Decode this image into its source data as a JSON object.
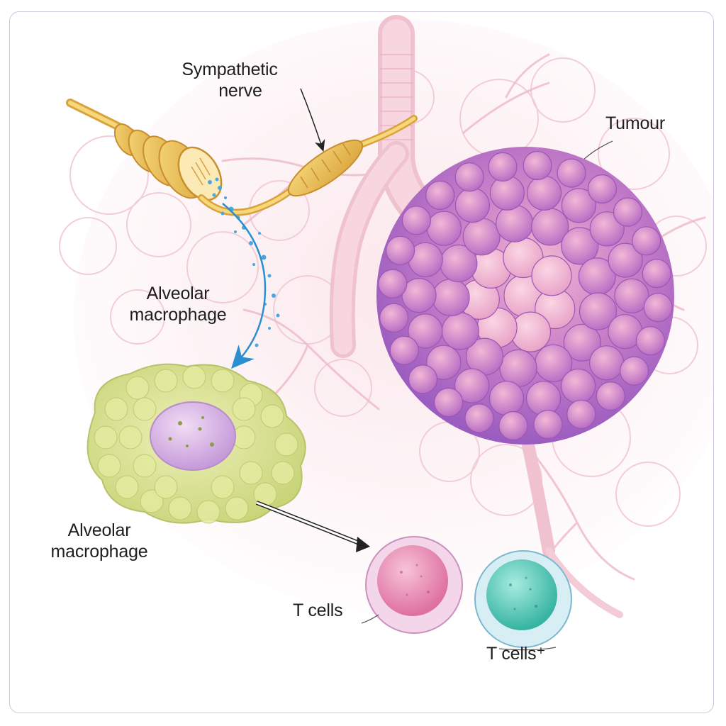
{
  "labels": {
    "sympathetic_nerve_line1": "Sympathetic",
    "sympathetic_nerve_line2": "nerve",
    "tumour": "Tumour",
    "alveolar_top_line1": "Alveolar",
    "alveolar_top_line2": "macrophage",
    "alveolar_bottom_line1": "Alveolar",
    "alveolar_bottom_line2": "macrophage",
    "t_cells_left": "T cells",
    "t_cells_right": "T cells⁺"
  },
  "colors": {
    "lung_tissue": "#f6d8e0",
    "airway": "#f1c6d2",
    "nerve": "#e8b94a",
    "signal_molecules": "#4aa7e0",
    "tumour": "#b46ac6",
    "tumour_light": "#eab0cc",
    "macrophage_cytoplasm": "#dbe394",
    "macrophage_nucleus": "#d9b4e6",
    "t_cell_pink": "#e98cb2",
    "t_cell_teal": "#4fc9b6"
  }
}
